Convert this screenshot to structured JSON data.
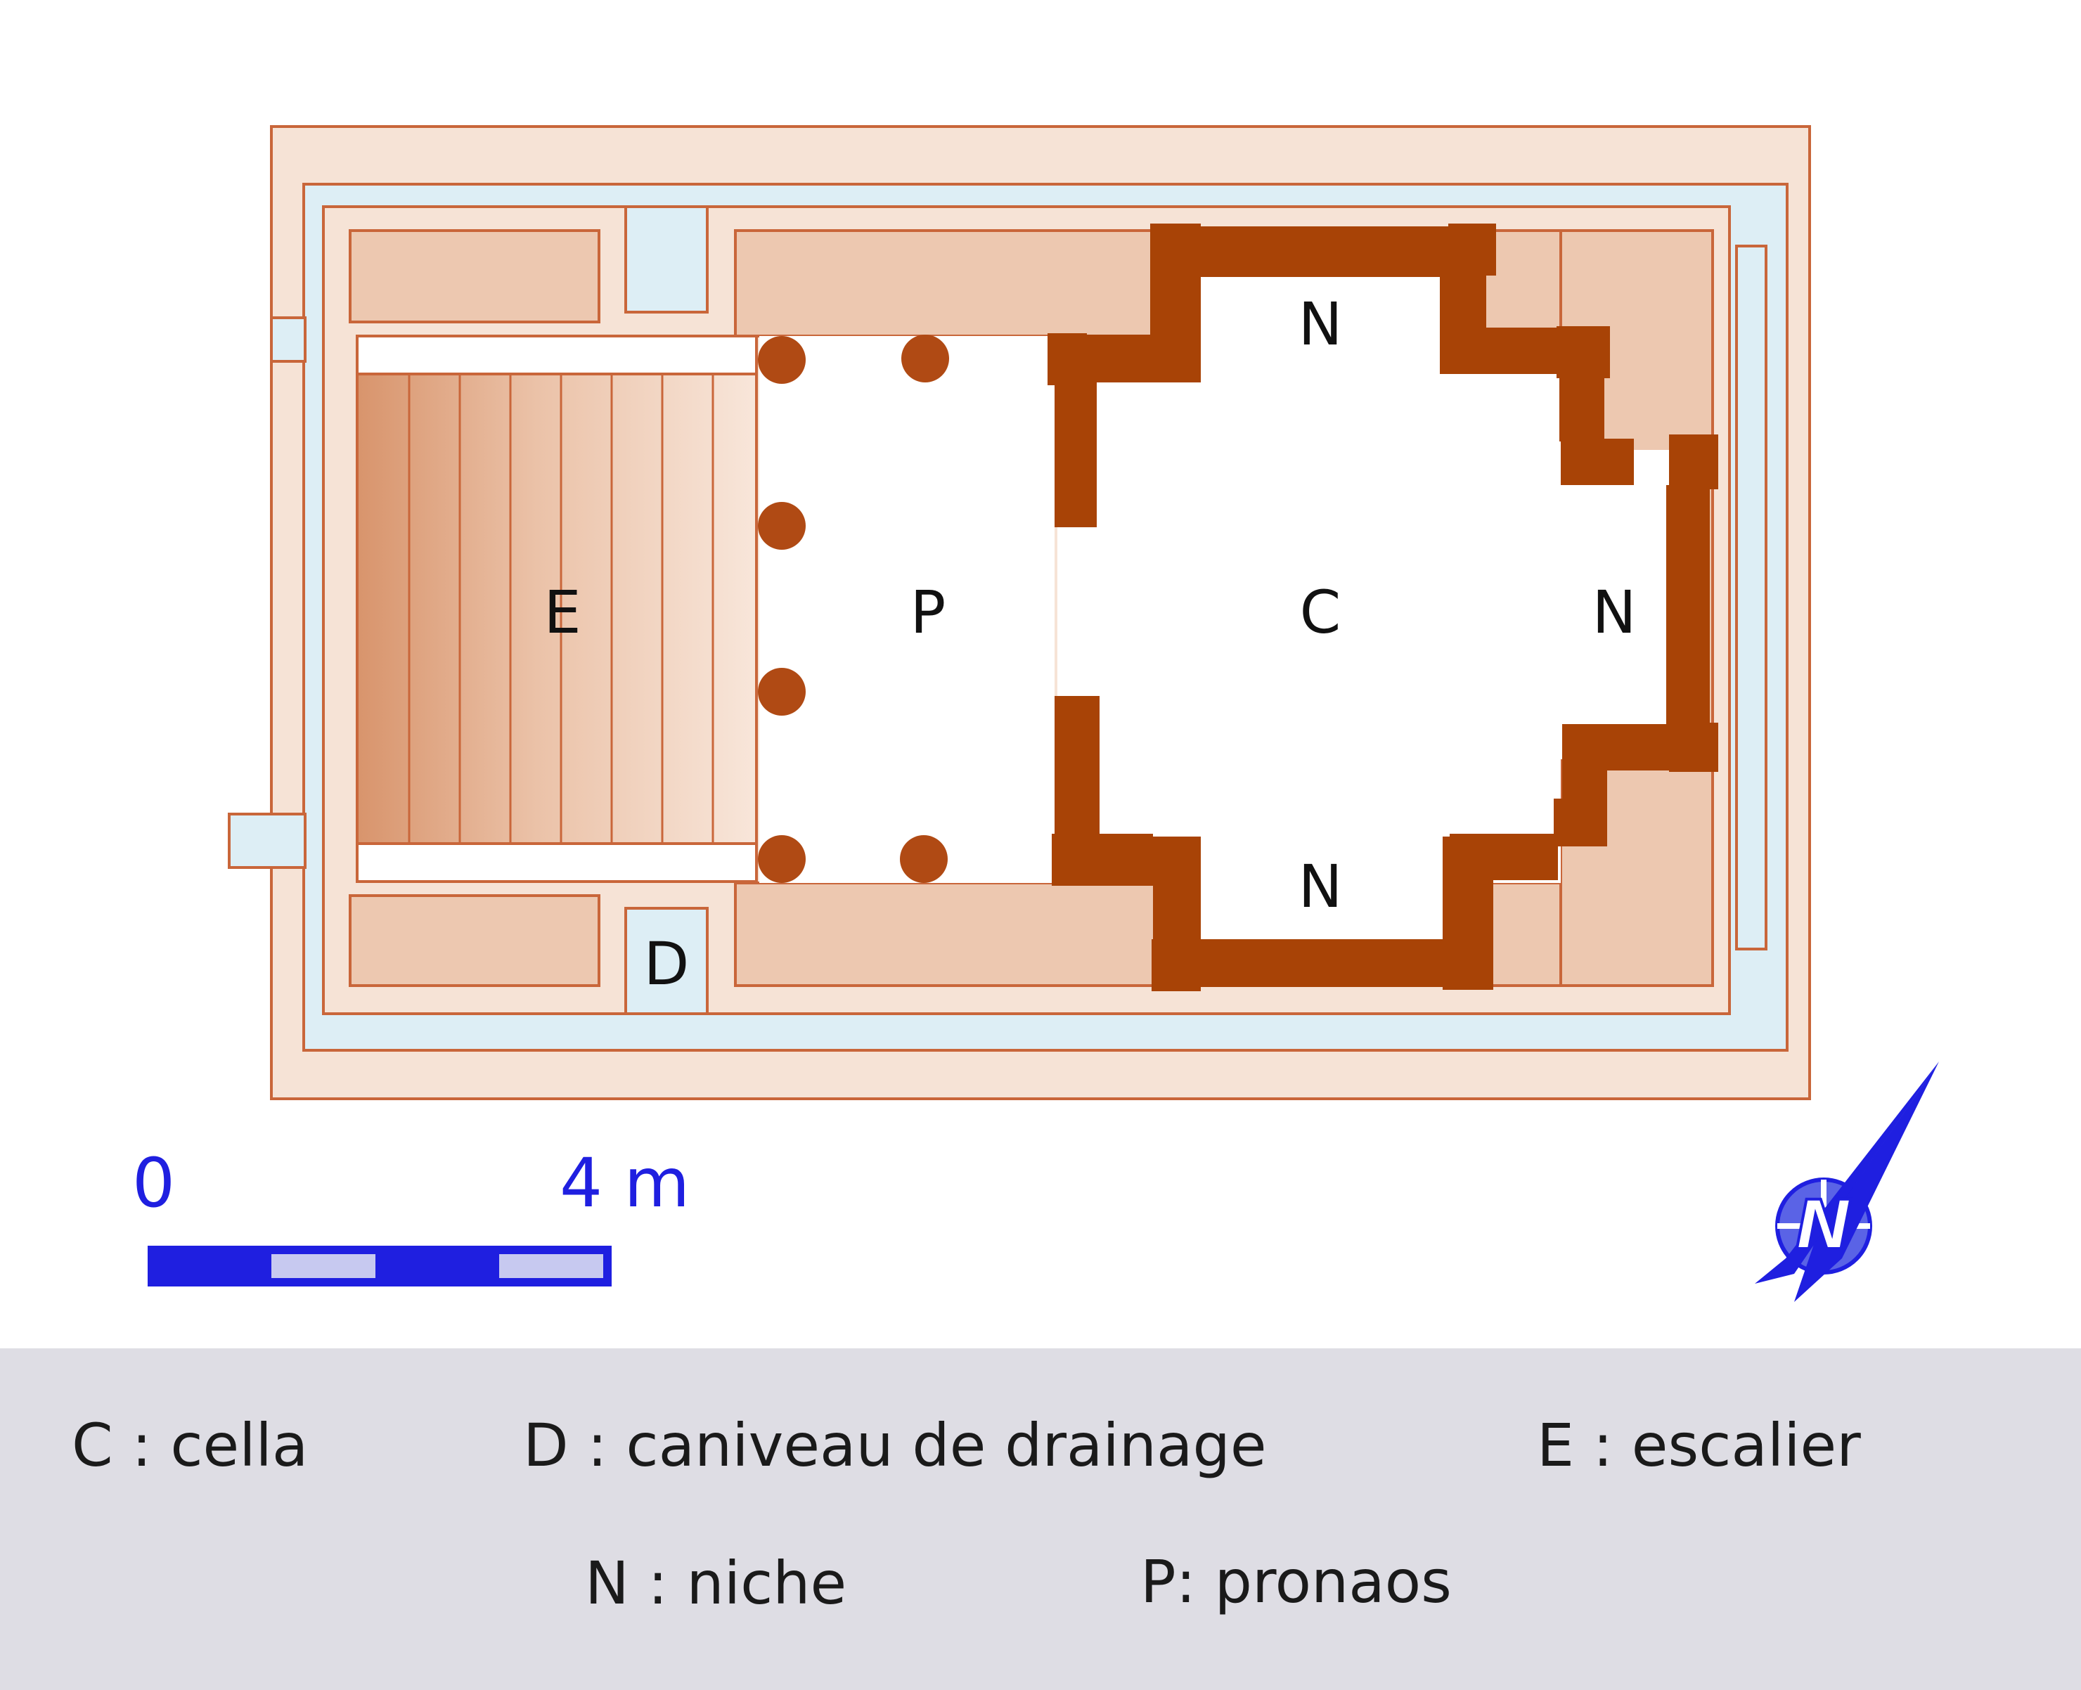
{
  "plan_labels": {
    "stair": "E",
    "pronaos": "P",
    "cella": "C",
    "niche_top": "N",
    "niche_right": "N",
    "niche_bottom": "N",
    "drain": "D"
  },
  "scale_bar": {
    "start_label": "0",
    "end_label": "4 m",
    "color": "#1f1fe0"
  },
  "north_arrow": {
    "letter": "N",
    "color": "#1f1fe0"
  },
  "colors": {
    "outline": "#c9663a",
    "outer_fill": "#f6e3d6",
    "drain_fill": "#ddeef5",
    "platform_fill": "#edc8b0",
    "wall_fill": "#a84306"
  },
  "legend": {
    "cella": "C : cella",
    "drain": "D : caniveau de drainage",
    "stair": "E : escalier",
    "niche": "N : niche",
    "pronaos": "P: pronaos"
  }
}
